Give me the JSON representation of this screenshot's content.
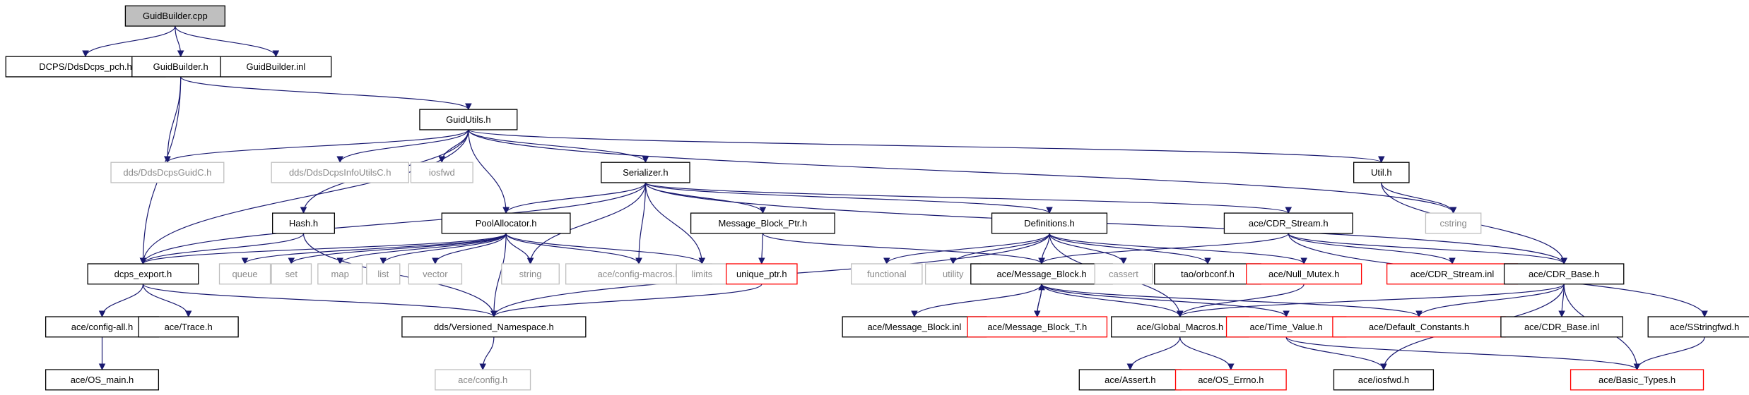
{
  "diagram": {
    "title": "",
    "colors": {
      "edge": "#191970",
      "node_border_normal": "#000000",
      "node_border_truncated": "#ff0000",
      "node_border_external": "#bfbfbf",
      "node_fill_root": "#bfbfbf",
      "node_fill": "#ffffff",
      "label_external": "#8a8a8a"
    },
    "nodes": [
      {
        "id": "n_root",
        "label": "GuidBuilder.cpp",
        "kind": "root"
      },
      {
        "id": "n_pch",
        "label": "DCPS/DdsDcps_pch.h",
        "kind": "normal"
      },
      {
        "id": "n_gbh",
        "label": "GuidBuilder.h",
        "kind": "normal"
      },
      {
        "id": "n_gbinl",
        "label": "GuidBuilder.inl",
        "kind": "normal"
      },
      {
        "id": "n_guidutils",
        "label": "GuidUtils.h",
        "kind": "normal"
      },
      {
        "id": "n_guidc",
        "label": "dds/DdsDcpsGuidC.h",
        "kind": "external"
      },
      {
        "id": "n_infoutils",
        "label": "dds/DdsDcpsInfoUtilsC.h",
        "kind": "external"
      },
      {
        "id": "n_iosfwd",
        "label": "iosfwd",
        "kind": "external"
      },
      {
        "id": "n_serializer",
        "label": "Serializer.h",
        "kind": "normal"
      },
      {
        "id": "n_util",
        "label": "Util.h",
        "kind": "normal"
      },
      {
        "id": "n_cstring",
        "label": "cstring",
        "kind": "external"
      },
      {
        "id": "n_hash",
        "label": "Hash.h",
        "kind": "normal"
      },
      {
        "id": "n_pool",
        "label": "PoolAllocator.h",
        "kind": "normal"
      },
      {
        "id": "n_mbptr",
        "label": "Message_Block_Ptr.h",
        "kind": "normal"
      },
      {
        "id": "n_defs",
        "label": "Definitions.h",
        "kind": "normal"
      },
      {
        "id": "n_cdrstream",
        "label": "ace/CDR_Stream.h",
        "kind": "normal"
      },
      {
        "id": "n_export",
        "label": "dcps_export.h",
        "kind": "normal"
      },
      {
        "id": "n_queue",
        "label": "queue",
        "kind": "external"
      },
      {
        "id": "n_set",
        "label": "set",
        "kind": "external"
      },
      {
        "id": "n_map",
        "label": "map",
        "kind": "external"
      },
      {
        "id": "n_list",
        "label": "list",
        "kind": "external"
      },
      {
        "id": "n_vector",
        "label": "vector",
        "kind": "external"
      },
      {
        "id": "n_string",
        "label": "string",
        "kind": "external"
      },
      {
        "id": "n_cfgmacros",
        "label": "ace/config-macros.h",
        "kind": "external"
      },
      {
        "id": "n_limits",
        "label": "limits",
        "kind": "external"
      },
      {
        "id": "n_uptr",
        "label": "unique_ptr.h",
        "kind": "truncated"
      },
      {
        "id": "n_functional",
        "label": "functional",
        "kind": "external"
      },
      {
        "id": "n_utility",
        "label": "utility",
        "kind": "external"
      },
      {
        "id": "n_mb",
        "label": "ace/Message_Block.h",
        "kind": "normal"
      },
      {
        "id": "n_cassert",
        "label": "cassert",
        "kind": "external"
      },
      {
        "id": "n_orbconf",
        "label": "tao/orbconf.h",
        "kind": "normal"
      },
      {
        "id": "n_nullmutex",
        "label": "ace/Null_Mutex.h",
        "kind": "truncated"
      },
      {
        "id": "n_cdrinl",
        "label": "ace/CDR_Stream.inl",
        "kind": "truncated"
      },
      {
        "id": "n_cdrbase",
        "label": "ace/CDR_Base.h",
        "kind": "normal"
      },
      {
        "id": "n_cfgall",
        "label": "ace/config-all.h",
        "kind": "normal"
      },
      {
        "id": "n_trace",
        "label": "ace/Trace.h",
        "kind": "normal"
      },
      {
        "id": "n_vns",
        "label": "dds/Versioned_Namespace.h",
        "kind": "normal"
      },
      {
        "id": "n_mbinl",
        "label": "ace/Message_Block.inl",
        "kind": "normal"
      },
      {
        "id": "n_mbt",
        "label": "ace/Message_Block_T.h",
        "kind": "truncated"
      },
      {
        "id": "n_gmacros",
        "label": "ace/Global_Macros.h",
        "kind": "normal"
      },
      {
        "id": "n_timevalue",
        "label": "ace/Time_Value.h",
        "kind": "truncated"
      },
      {
        "id": "n_defconst",
        "label": "ace/Default_Constants.h",
        "kind": "truncated"
      },
      {
        "id": "n_cdrbaseinl",
        "label": "ace/CDR_Base.inl",
        "kind": "normal"
      },
      {
        "id": "n_sstring",
        "label": "ace/SStringfwd.h",
        "kind": "normal"
      },
      {
        "id": "n_osmain",
        "label": "ace/OS_main.h",
        "kind": "normal"
      },
      {
        "id": "n_config",
        "label": "ace/config.h",
        "kind": "external"
      },
      {
        "id": "n_assert",
        "label": "ace/Assert.h",
        "kind": "normal"
      },
      {
        "id": "n_oserrno",
        "label": "ace/OS_Errno.h",
        "kind": "truncated"
      },
      {
        "id": "n_aceiosfwd",
        "label": "ace/iosfwd.h",
        "kind": "normal"
      },
      {
        "id": "n_basictypes",
        "label": "ace/Basic_Types.h",
        "kind": "truncated"
      }
    ],
    "edges": [
      [
        "n_root",
        "n_pch"
      ],
      [
        "n_root",
        "n_gbh"
      ],
      [
        "n_root",
        "n_gbinl"
      ],
      [
        "n_gbh",
        "n_guidc"
      ],
      [
        "n_gbh",
        "n_guidutils"
      ],
      [
        "n_gbh",
        "n_export"
      ],
      [
        "n_guidutils",
        "n_guidc"
      ],
      [
        "n_guidutils",
        "n_infoutils"
      ],
      [
        "n_guidutils",
        "n_iosfwd"
      ],
      [
        "n_guidutils",
        "n_serializer"
      ],
      [
        "n_guidutils",
        "n_util"
      ],
      [
        "n_guidutils",
        "n_cstring"
      ],
      [
        "n_guidutils",
        "n_hash"
      ],
      [
        "n_guidutils",
        "n_pool"
      ],
      [
        "n_guidutils",
        "n_export"
      ],
      [
        "n_serializer",
        "n_pool"
      ],
      [
        "n_serializer",
        "n_mbptr"
      ],
      [
        "n_serializer",
        "n_defs"
      ],
      [
        "n_serializer",
        "n_cdrstream"
      ],
      [
        "n_serializer",
        "n_cdrbase"
      ],
      [
        "n_serializer",
        "n_string"
      ],
      [
        "n_serializer",
        "n_cfgmacros"
      ],
      [
        "n_serializer",
        "n_limits"
      ],
      [
        "n_serializer",
        "n_export"
      ],
      [
        "n_util",
        "n_cstring"
      ],
      [
        "n_util",
        "n_cdrbase"
      ],
      [
        "n_hash",
        "n_export"
      ],
      [
        "n_hash",
        "n_vns"
      ],
      [
        "n_pool",
        "n_export"
      ],
      [
        "n_pool",
        "n_queue"
      ],
      [
        "n_pool",
        "n_set"
      ],
      [
        "n_pool",
        "n_map"
      ],
      [
        "n_pool",
        "n_list"
      ],
      [
        "n_pool",
        "n_vector"
      ],
      [
        "n_pool",
        "n_string"
      ],
      [
        "n_pool",
        "n_cfgmacros"
      ],
      [
        "n_pool",
        "n_limits"
      ],
      [
        "n_pool",
        "n_vns"
      ],
      [
        "n_mbptr",
        "n_uptr"
      ],
      [
        "n_mbptr",
        "n_mb"
      ],
      [
        "n_uptr",
        "n_vns"
      ],
      [
        "n_defs",
        "n_functional"
      ],
      [
        "n_defs",
        "n_utility"
      ],
      [
        "n_defs",
        "n_mb"
      ],
      [
        "n_defs",
        "n_cassert"
      ],
      [
        "n_defs",
        "n_orbconf"
      ],
      [
        "n_defs",
        "n_nullmutex"
      ],
      [
        "n_defs",
        "n_gmacros"
      ],
      [
        "n_defs",
        "n_vns"
      ],
      [
        "n_cdrstream",
        "n_mb"
      ],
      [
        "n_cdrstream",
        "n_cdrinl"
      ],
      [
        "n_cdrstream",
        "n_cdrbase"
      ],
      [
        "n_cdrstream",
        "n_sstring"
      ],
      [
        "n_export",
        "n_cfgall"
      ],
      [
        "n_export",
        "n_trace"
      ],
      [
        "n_export",
        "n_vns"
      ],
      [
        "n_cfgall",
        "n_osmain"
      ],
      [
        "n_vns",
        "n_config"
      ],
      [
        "n_mb",
        "n_mbinl"
      ],
      [
        "n_mb",
        "n_mbt"
      ],
      [
        "n_mbt",
        "n_mb"
      ],
      [
        "n_mb",
        "n_gmacros"
      ],
      [
        "n_mb",
        "n_timevalue"
      ],
      [
        "n_mb",
        "n_defconst"
      ],
      [
        "n_nullmutex",
        "n_gmacros"
      ],
      [
        "n_cdrbase",
        "n_gmacros"
      ],
      [
        "n_cdrbase",
        "n_defconst"
      ],
      [
        "n_cdrbase",
        "n_cdrbaseinl"
      ],
      [
        "n_cdrbase",
        "n_basictypes"
      ],
      [
        "n_cdrbase",
        "n_aceiosfwd"
      ],
      [
        "n_gmacros",
        "n_assert"
      ],
      [
        "n_gmacros",
        "n_oserrno"
      ],
      [
        "n_timevalue",
        "n_aceiosfwd"
      ],
      [
        "n_timevalue",
        "n_basictypes"
      ],
      [
        "n_sstring",
        "n_basictypes"
      ]
    ]
  }
}
